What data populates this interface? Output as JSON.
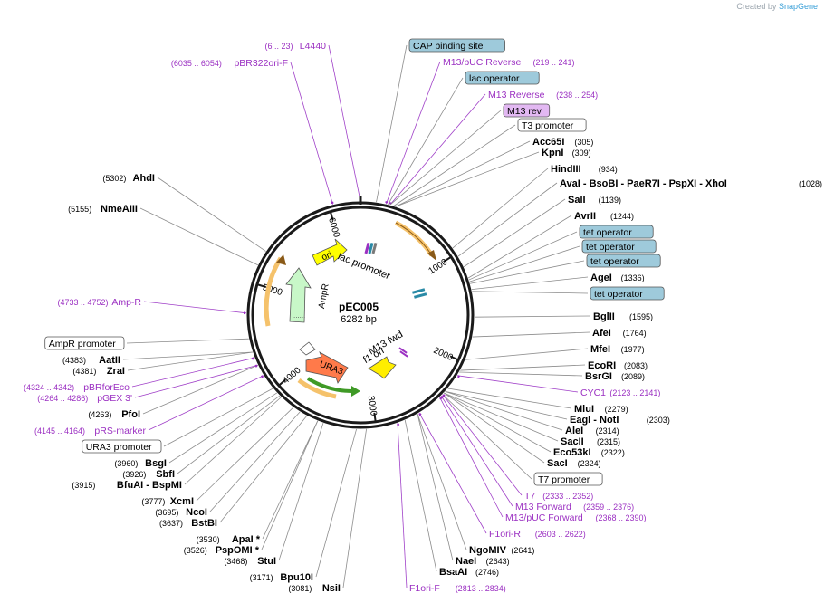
{
  "brand": {
    "created_by": "Created by",
    "app": "SnapGene"
  },
  "plasmid": {
    "name": "pEC005",
    "length_label": "6282 bp",
    "length_bp": 6282
  },
  "ring_ticks": [
    "1000",
    "2000",
    "3000",
    "4000",
    "5000",
    "6000"
  ],
  "inner_labels": [
    "ori",
    "lac promoter",
    "AmpR",
    "URA3",
    "M13 fwd",
    "f1 ori"
  ],
  "colors": {
    "enzyme": "#000000",
    "primer": "#9b30c2",
    "feature_fill": "#9ecadb",
    "promoter": "#ffffff",
    "m13rev_fill": "#e2b8f2",
    "ori": "#ffff00",
    "ampr": "#c8f7c8",
    "ura3": "#ff7a4a",
    "fwd_arrow": "#ffee00"
  },
  "labels": [
    {
      "text": "L4440",
      "loc": "(6 .. 23)",
      "kind": "primer"
    },
    {
      "text": "pBR322ori-F",
      "loc": "(6035 .. 6054)",
      "kind": "primer"
    },
    {
      "text": "CAP binding site",
      "kind": "feature"
    },
    {
      "text": "M13/pUC Reverse",
      "loc": "(219 .. 241)",
      "kind": "primer"
    },
    {
      "text": "lac operator",
      "kind": "feature"
    },
    {
      "text": "M13 Reverse",
      "loc": "(238 .. 254)",
      "kind": "primer"
    },
    {
      "text": "M13 rev",
      "kind": "primer-box"
    },
    {
      "text": "T3 promoter",
      "kind": "promoter"
    },
    {
      "text": "Acc65I",
      "loc": "(305)",
      "kind": "enzyme"
    },
    {
      "text": "KpnI",
      "loc": "(309)",
      "kind": "enzyme"
    },
    {
      "text": "HindIII",
      "loc": "(934)",
      "kind": "enzyme"
    },
    {
      "text": "AvaI  - BsoBI  - PaeR7I  - PspXI  - XhoI",
      "loc": "(1028)",
      "kind": "enzyme"
    },
    {
      "text": "SalI",
      "loc": "(1139)",
      "kind": "enzyme"
    },
    {
      "text": "AvrII",
      "loc": "(1244)",
      "kind": "enzyme"
    },
    {
      "text": "tet operator",
      "kind": "feature"
    },
    {
      "text": "tet operator",
      "kind": "feature"
    },
    {
      "text": "tet operator",
      "kind": "feature"
    },
    {
      "text": "AgeI",
      "loc": "(1336)",
      "kind": "enzyme"
    },
    {
      "text": "tet operator",
      "kind": "feature"
    },
    {
      "text": "BglII",
      "loc": "(1595)",
      "kind": "enzyme"
    },
    {
      "text": "AfeI",
      "loc": "(1764)",
      "kind": "enzyme"
    },
    {
      "text": "MfeI",
      "loc": "(1977)",
      "kind": "enzyme"
    },
    {
      "text": "EcoRI",
      "loc": "(2083)",
      "kind": "enzyme"
    },
    {
      "text": "BsrGI",
      "loc": "(2089)",
      "kind": "enzyme"
    },
    {
      "text": "CYC1",
      "loc": "(2123 .. 2141)",
      "kind": "primer"
    },
    {
      "text": "MluI",
      "loc": "(2279)",
      "kind": "enzyme"
    },
    {
      "text": "EagI  - NotI",
      "loc": "(2303)",
      "kind": "enzyme"
    },
    {
      "text": "AleI",
      "loc": "(2314)",
      "kind": "enzyme"
    },
    {
      "text": "SacII",
      "loc": "(2315)",
      "kind": "enzyme"
    },
    {
      "text": "Eco53kI",
      "loc": "(2322)",
      "kind": "enzyme"
    },
    {
      "text": "SacI",
      "loc": "(2324)",
      "kind": "enzyme"
    },
    {
      "text": "T7 promoter",
      "kind": "promoter"
    },
    {
      "text": "T7",
      "loc": "(2333 .. 2352)",
      "kind": "primer"
    },
    {
      "text": "M13 Forward",
      "loc": "(2359 .. 2376)",
      "kind": "primer"
    },
    {
      "text": "M13/pUC Forward",
      "loc": "(2368 .. 2390)",
      "kind": "primer"
    },
    {
      "text": "F1ori-R",
      "loc": "(2603 .. 2622)",
      "kind": "primer"
    },
    {
      "text": "NgoMIV",
      "loc": "(2641)",
      "kind": "enzyme"
    },
    {
      "text": "NaeI",
      "loc": "(2643)",
      "kind": "enzyme"
    },
    {
      "text": "BsaAI",
      "loc": "(2746)",
      "kind": "enzyme"
    },
    {
      "text": "F1ori-F",
      "loc": "(2813 .. 2834)",
      "kind": "primer"
    },
    {
      "text": "NsiI",
      "loc": "(3081)",
      "kind": "enzyme"
    },
    {
      "text": "Bpu10I",
      "loc": "(3171)",
      "kind": "enzyme"
    },
    {
      "text": "StuI",
      "loc": "(3468)",
      "kind": "enzyme"
    },
    {
      "text": "PspOMI *",
      "loc": "(3526)",
      "kind": "enzyme"
    },
    {
      "text": "ApaI *",
      "loc": "(3530)",
      "kind": "enzyme"
    },
    {
      "text": "BstBI",
      "loc": "(3637)",
      "kind": "enzyme"
    },
    {
      "text": "NcoI",
      "loc": "(3695)",
      "kind": "enzyme"
    },
    {
      "text": "XcmI",
      "loc": "(3777)",
      "kind": "enzyme"
    },
    {
      "text": "BfuAI  - BspMI",
      "loc": "(3915)",
      "kind": "enzyme"
    },
    {
      "text": "SbfI",
      "loc": "(3926)",
      "kind": "enzyme"
    },
    {
      "text": "BsgI",
      "loc": "(3960)",
      "kind": "enzyme"
    },
    {
      "text": "URA3 promoter",
      "kind": "promoter"
    },
    {
      "text": "pRS-marker",
      "loc": "(4145 .. 4164)",
      "kind": "primer"
    },
    {
      "text": "PfoI",
      "loc": "(4263)",
      "kind": "enzyme"
    },
    {
      "text": "pGEX 3'",
      "loc": "(4264 .. 4286)",
      "kind": "primer"
    },
    {
      "text": "pBRforEco",
      "loc": "(4324 .. 4342)",
      "kind": "primer"
    },
    {
      "text": "ZraI",
      "loc": "(4381)",
      "kind": "enzyme"
    },
    {
      "text": "AatII",
      "loc": "(4383)",
      "kind": "enzyme"
    },
    {
      "text": "AmpR promoter",
      "kind": "promoter"
    },
    {
      "text": "Amp-R",
      "loc": "(4733 .. 4752)",
      "kind": "primer"
    },
    {
      "text": "NmeAIII",
      "loc": "(5155)",
      "kind": "enzyme"
    },
    {
      "text": "AhdI",
      "loc": "(5302)",
      "kind": "enzyme"
    }
  ]
}
